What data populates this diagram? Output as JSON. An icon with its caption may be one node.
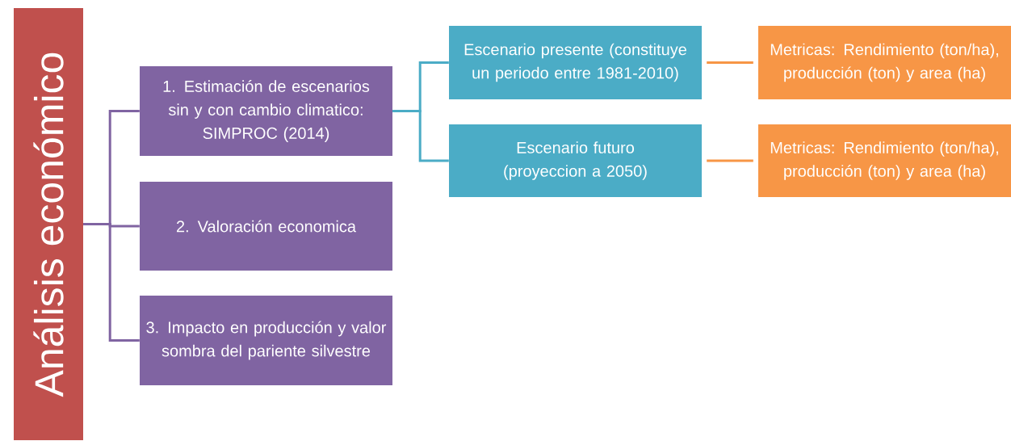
{
  "diagram": {
    "nodes": [
      {
        "text": [
          "Análisis económico"
        ]
      },
      {
        "text": [
          "1. Estimación de escenarios sin y con cambio climatico: SIMPROC (2014)"
        ]
      },
      {
        "text": [
          "2. Valoración economica"
        ]
      },
      {
        "text": [
          "3. Impacto en producción y valor sombra del pariente silvestre"
        ]
      },
      {
        "text": [
          "Escenario presente (constituye un periodo entre 1981-2010)"
        ]
      },
      {
        "text": [
          "Escenario  futuro (proyeccion a 2050)"
        ]
      },
      {
        "text": [
          "Metricas: Rendimiento (ton/ha), producción (ton) y area (ha)"
        ]
      },
      {
        "text": [
          "Metricas: Rendimiento (ton/ha), producción (ton) y area (ha)"
        ]
      }
    ],
    "edges": [
      {
        "from": 0,
        "to": 1,
        "arrow": "none",
        "color": "#8064a2"
      },
      {
        "from": 0,
        "to": 2,
        "arrow": "none",
        "color": "#8064a2"
      },
      {
        "from": 0,
        "to": 3,
        "arrow": "none",
        "color": "#8064a2"
      },
      {
        "from": 1,
        "to": 4,
        "arrow": "none",
        "color": "#4bacc6"
      },
      {
        "from": 1,
        "to": 5,
        "arrow": "none",
        "color": "#4bacc6"
      },
      {
        "from": 4,
        "to": 6,
        "arrow": "none",
        "color": "#f79646"
      },
      {
        "from": 5,
        "to": 7,
        "arrow": "none",
        "color": "#f79646"
      }
    ]
  }
}
